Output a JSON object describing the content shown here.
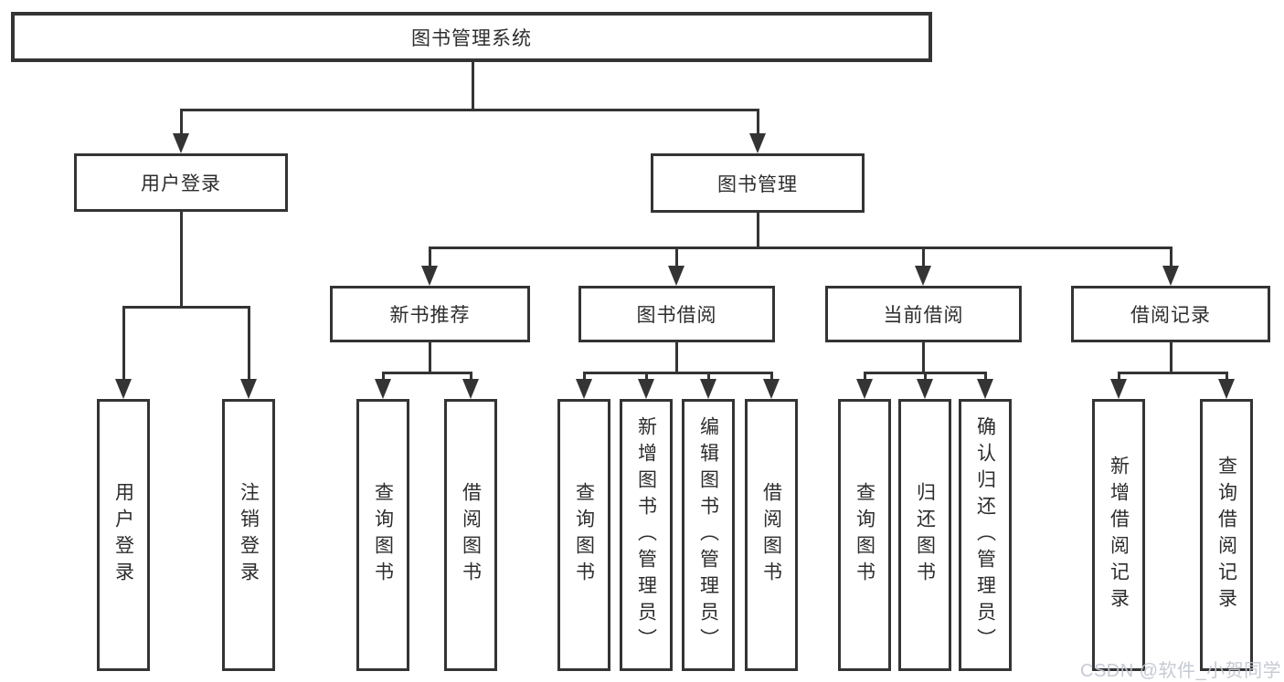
{
  "nodes": {
    "root": "图书管理系统",
    "user_login": "用户登录",
    "book_mgmt": "图书管理",
    "new_books": "新书推荐",
    "book_borrow": "图书借阅",
    "current_borrow": "当前借阅",
    "borrow_records": "借阅记录",
    "leaf_user_login": "用户登录",
    "leaf_logout": "注销登录",
    "leaf_nb_query": "查询图书",
    "leaf_nb_borrow": "借阅图书",
    "leaf_bb_query": "查询图书",
    "leaf_bb_add": "新增图书（管理员）",
    "leaf_bb_edit": "编辑图书（管理员）",
    "leaf_bb_borrow": "借阅图书",
    "leaf_cb_query": "查询图书",
    "leaf_cb_return": "归还图书",
    "leaf_cb_confirm": "确认归还（管理员）",
    "leaf_br_add": "新增借阅记录",
    "leaf_br_query": "查询借阅记录"
  },
  "watermark": {
    "text": "CSDN @软件_小贺同学"
  },
  "colors": {
    "line": "#343434",
    "text": "#2d2d2d",
    "background": "#ffffff",
    "watermark": "#c1c5d0"
  }
}
